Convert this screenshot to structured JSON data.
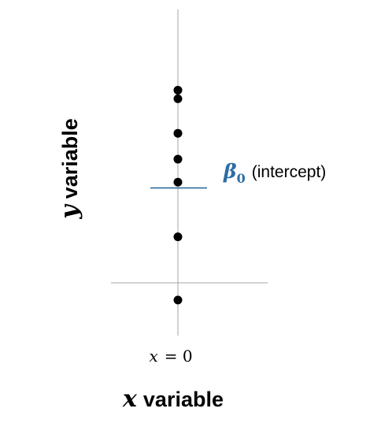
{
  "labels": {
    "y_axis_var": "y",
    "y_axis_word": "variable",
    "x_axis_var": "x",
    "x_axis_word": "variable",
    "x_zero_var": "x",
    "x_zero_eq": "= 0",
    "beta_symbol": "β",
    "beta_subscript": "0",
    "intercept_text": "(intercept)"
  },
  "colors": {
    "intercept": "#2e6da4",
    "axis": "#a6a6a6",
    "points": "#000000"
  },
  "chart_data": {
    "type": "scatter",
    "x": [
      0,
      0,
      0,
      0,
      0,
      0,
      0
    ],
    "y": [
      3.35,
      3.2,
      2.6,
      2.15,
      1.75,
      0.8,
      -0.3
    ],
    "intercept": 1.65,
    "ylim": [
      -0.8,
      4.0
    ],
    "xlabel": "x variable",
    "ylabel": "y variable"
  }
}
